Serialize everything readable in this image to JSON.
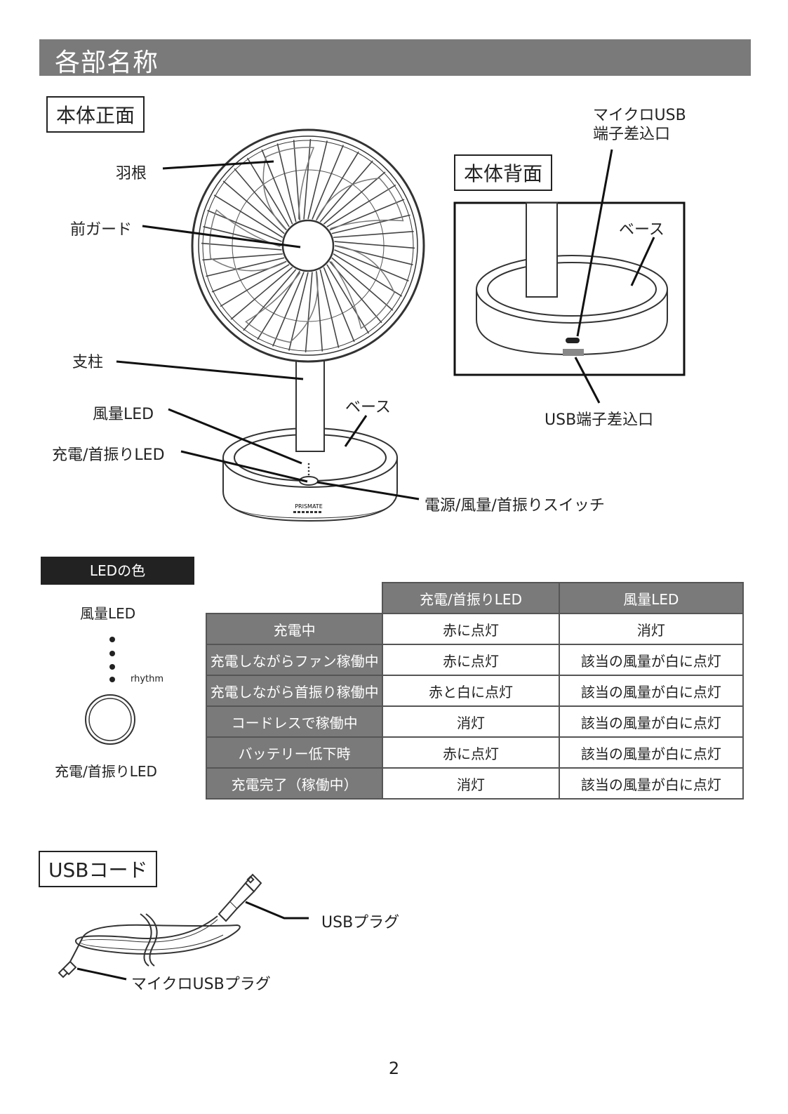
{
  "page_title": "各部名称",
  "front_view": {
    "box_label": "本体正面",
    "labels": {
      "blade": "羽根",
      "front_guard": "前ガード",
      "pole": "支柱",
      "wind_led": "風量LED",
      "charge_led": "充電/首振りLED",
      "base": "ベース",
      "switch": "電源/風量/首振りスイッチ"
    },
    "brand": "PRISMATE"
  },
  "back_view": {
    "box_label": "本体背面",
    "micro_usb_line1": "マイクロUSB",
    "micro_usb_line2": "端子差込口",
    "base": "ベース",
    "usb_port": "USB端子差込口"
  },
  "led_section": {
    "header": "LEDの色",
    "wind_led_label": "風量LED",
    "rhythm": "rhythm",
    "charge_led_label": "充電/首振りLED"
  },
  "led_table": {
    "columns": [
      "充電/首振りLED",
      "風量LED"
    ],
    "rows": [
      {
        "state": "充電中",
        "charge": "赤に点灯",
        "wind": "消灯"
      },
      {
        "state": "充電しながらファン稼働中",
        "charge": "赤に点灯",
        "wind": "該当の風量が白に点灯"
      },
      {
        "state": "充電しながら首振り稼働中",
        "charge": "赤と白に点灯",
        "wind": "該当の風量が白に点灯"
      },
      {
        "state": "コードレスで稼働中",
        "charge": "消灯",
        "wind": "該当の風量が白に点灯"
      },
      {
        "state": "バッテリー低下時",
        "charge": "赤に点灯",
        "wind": "該当の風量が白に点灯"
      },
      {
        "state": "充電完了（稼働中）",
        "charge": "消灯",
        "wind": "該当の風量が白に点灯"
      }
    ]
  },
  "usb_cord": {
    "box_label": "USBコード",
    "usb_plug": "USBプラグ",
    "micro_usb_plug": "マイクロUSBプラグ"
  },
  "page_number": "2"
}
